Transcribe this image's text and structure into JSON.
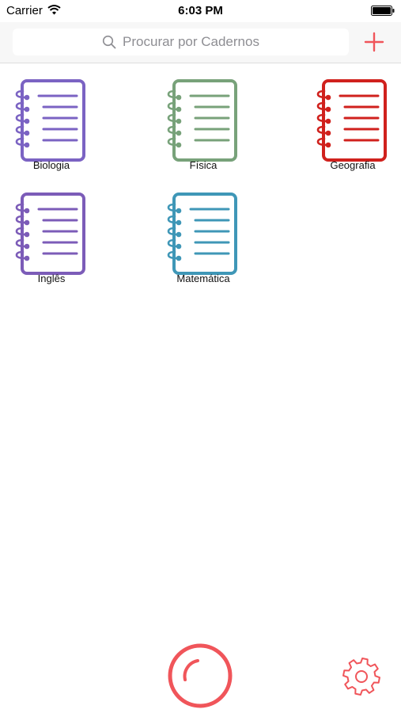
{
  "status_bar": {
    "carrier": "Carrier",
    "time": "6:03 PM"
  },
  "search": {
    "placeholder": "Procurar por Cadernos"
  },
  "icons": {
    "search": "search-icon",
    "add": "plus-icon",
    "notebook": "notebook-icon",
    "record": "record-circle-icon",
    "settings": "gear-icon"
  },
  "colors": {
    "accent": "#f0555a",
    "top_bar_bg": "#f7f7f7"
  },
  "notebooks": [
    {
      "label": "Biologia",
      "color": "#7b63c3"
    },
    {
      "label": "Física",
      "color": "#78a27a"
    },
    {
      "label": "Geografia",
      "color": "#d0211d"
    },
    {
      "label": "Inglês",
      "color": "#7c5cb8"
    },
    {
      "label": "Matemática",
      "color": "#3f97b7"
    }
  ]
}
